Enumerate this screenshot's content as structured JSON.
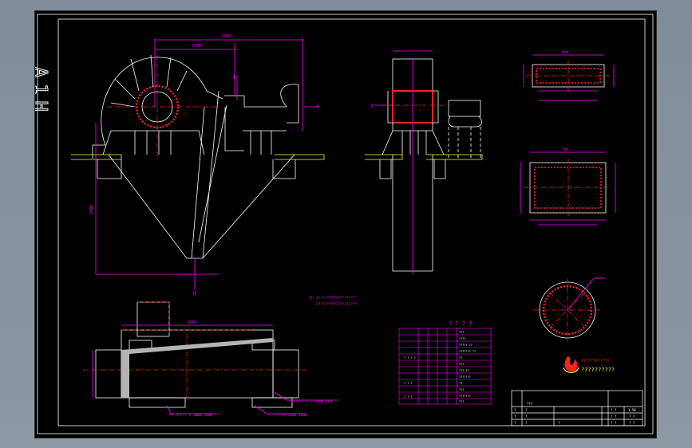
{
  "sheet": {
    "border_label": "A1H",
    "note_line_1": "注：1?????????????????",
    "note_line_2": "2??????????????????",
    "table_title": "? ? ? ?",
    "logo_text_1": "????????????",
    "logo_text_2": "??????????",
    "callout_1": "??????????2-3000 600",
    "callout_2": "?? 5 1?? 2-1600 2000",
    "callout_3": "???????2-1500 3000",
    "mark_R": "R",
    "mark_A": "A",
    "mark_Y1": "Y",
    "mark_Y2": "Y",
    "dim_top_1": "5800",
    "dim_top_2": "3700",
    "dim_side": "3400",
    "dim_bottom": "2600",
    "dim_r1": "600",
    "dim_r2": "700",
    "title_cell": "???",
    "scale_cell": "1:50"
  },
  "colors": {
    "magenta": "#ff00ff",
    "white": "#ffffff",
    "red": "#ff2020",
    "yellow": "#ffff33",
    "grey": "#b4b4b4"
  }
}
